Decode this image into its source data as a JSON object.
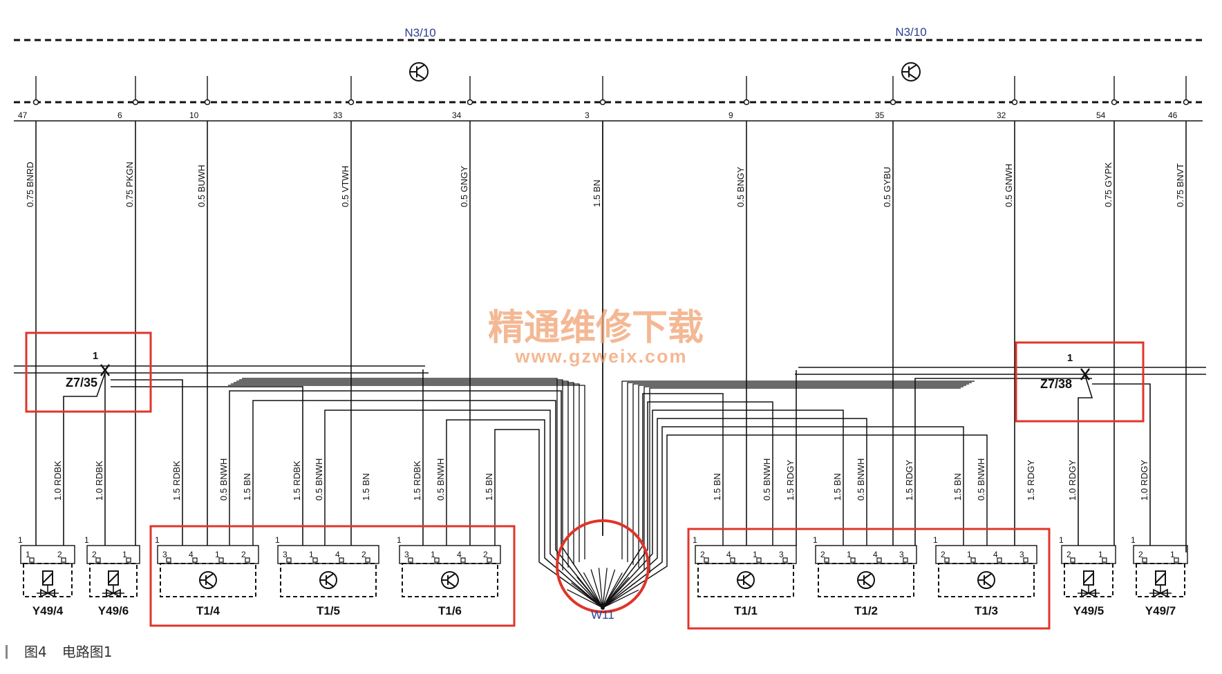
{
  "module_labels": [
    "N3/10",
    "N3/10"
  ],
  "pin_numbers": [
    "47",
    "6",
    "10",
    "33",
    "34",
    "3",
    "9",
    "35",
    "32",
    "54",
    "46"
  ],
  "top_wire_labels": [
    "0.75 BNRD",
    "0.75 PKGN",
    "0.5 BUWH",
    "0.5 VTWH",
    "0.5 GNGY",
    "1.5 BN",
    "0.5 BNGY",
    "0.5 GYBU",
    "0.5 GNWH",
    "0.75 GYPK",
    "0.75 BNVT"
  ],
  "bottom_wire_labels": [
    "1.0 RDBK",
    "1.0 RDBK",
    "1.5 RDBK",
    "0.5 BNWH",
    "1.5 BN",
    "1.5 RDBK",
    "0.5 BNWH",
    "1.5 BN",
    "1.5 RDBK",
    "0.5 BNWH",
    "1.5 BN",
    "1.5 BN",
    "0.5 BNWH",
    "1.5 RDGY",
    "1.5 BN",
    "0.5 BNWH",
    "1.5 RDGY",
    "1.5 BN",
    "0.5 BNWH",
    "1.5 RDGY",
    "1.0 RDGY",
    "1.0 RDGY"
  ],
  "splices": [
    "Z7/35",
    "Z7/38"
  ],
  "splice_pin": "1",
  "ground_point": "W11",
  "components": [
    "Y49/4",
    "Y49/6",
    "T1/4",
    "T1/5",
    "T1/6",
    "T1/1",
    "T1/2",
    "T1/3",
    "Y49/5",
    "Y49/7"
  ],
  "watermark": {
    "title": "精通维修下载",
    "url": "www.gzweix.com"
  },
  "caption": {
    "figure": "图4",
    "title": "电路图1"
  },
  "colors": {
    "line": "#111111",
    "highlight": "#e0342a",
    "module_label": "#2b3f8f",
    "watermark": "#f0a070"
  }
}
